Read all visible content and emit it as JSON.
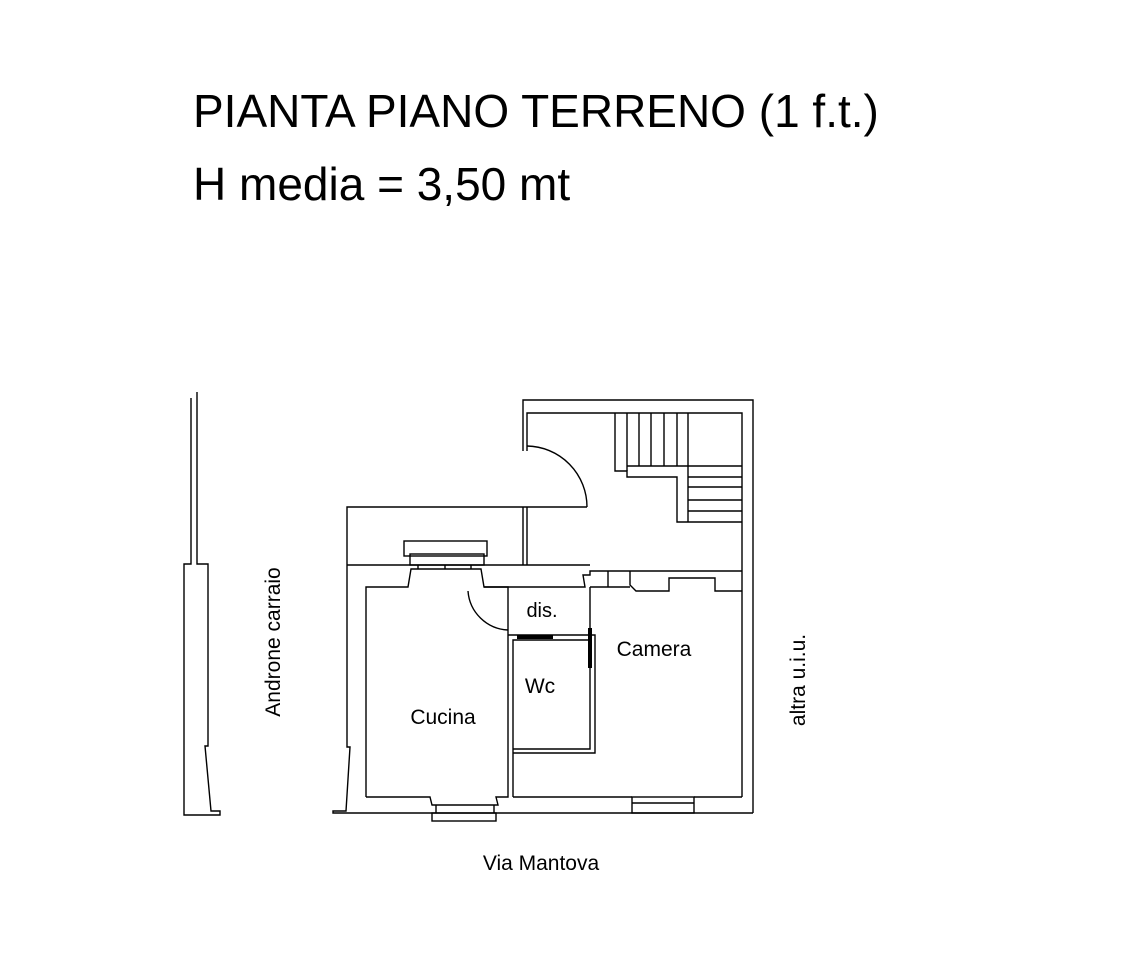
{
  "title": {
    "line1": "PIANTA PIANO TERRENO (1 f.t.)",
    "line2": "H media = 3,50 mt"
  },
  "labels": {
    "androne": "Androne carraio",
    "altra": "altra u.i.u.",
    "street": "Via Mantova"
  },
  "rooms": {
    "dis": "dis.",
    "camera": "Camera",
    "wc": "Wc",
    "cucina": "Cucina"
  }
}
